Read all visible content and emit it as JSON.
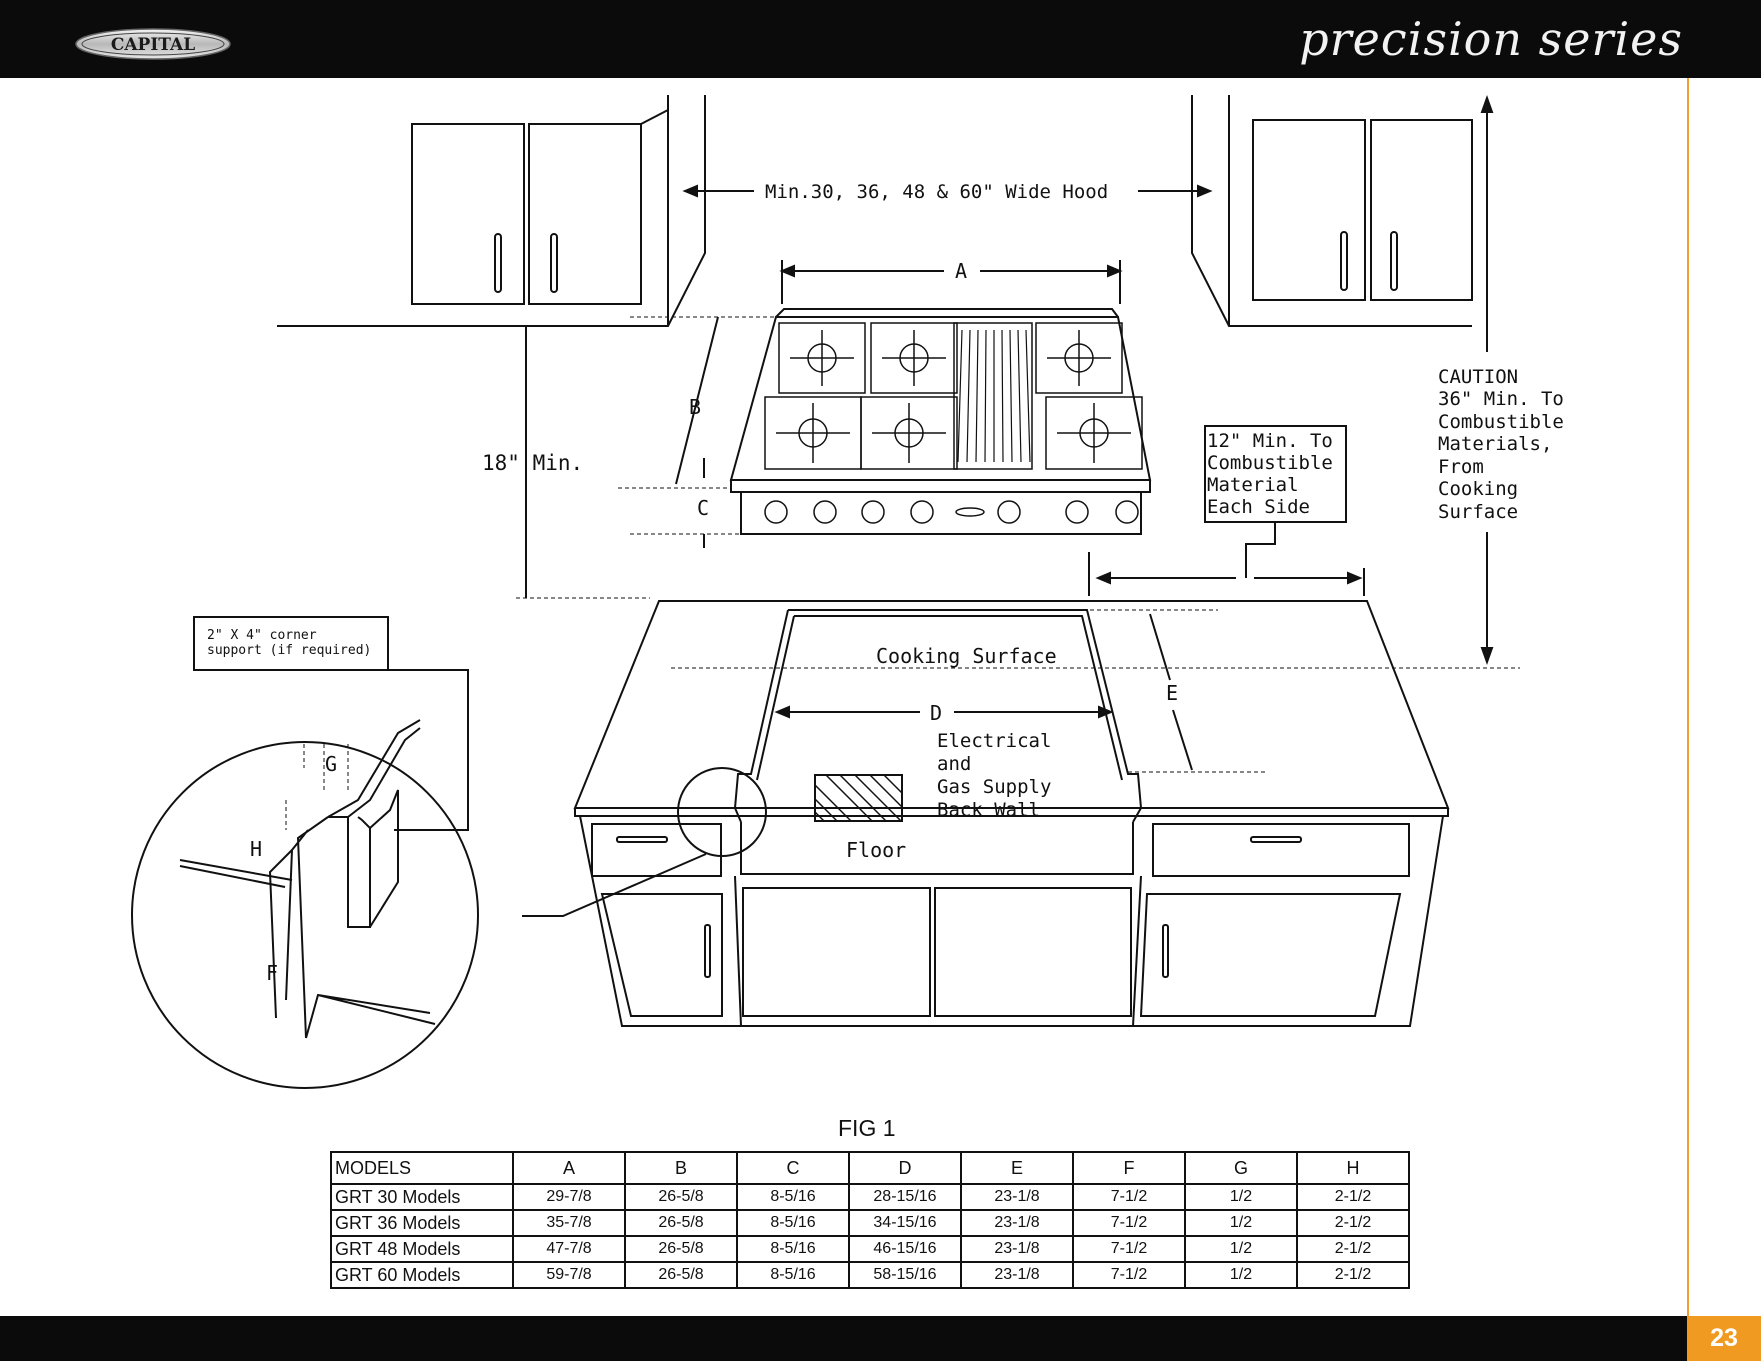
{
  "header": {
    "brand_logo": "CAPITAL",
    "series": "precision series"
  },
  "diagram": {
    "hood_label": "Min.30, 36, 48 & 60\" Wide Hood",
    "dim_a": "A",
    "dim_b": "B",
    "dim_c": "C",
    "dim_d": "D",
    "dim_e": "E",
    "dim_f": "F",
    "dim_g": "G",
    "dim_h": "H",
    "clearance_18": "18\" Min.",
    "side_clearance": [
      "12\" Min. To",
      "Combustible",
      "Material",
      "Each Side"
    ],
    "caution": [
      "CAUTION",
      "36\" Min. To",
      "Combustible",
      "Materials,",
      "From",
      "Cooking",
      "Surface"
    ],
    "corner_support": [
      "2\" X 4\" corner",
      "support (if required)"
    ],
    "cooking_surface": "Cooking Surface",
    "supply": [
      "Electrical",
      "and",
      "Gas Supply",
      "Back Wall"
    ],
    "floor": "Floor"
  },
  "figure_caption": "FIG 1",
  "table": {
    "headers": [
      "MODELS",
      "A",
      "B",
      "C",
      "D",
      "E",
      "F",
      "G",
      "H"
    ],
    "rows": [
      [
        "GRT 30 Models",
        "29-7/8",
        "26-5/8",
        "8-5/16",
        "28-15/16",
        "23-1/8",
        "7-1/2",
        "1/2",
        "2-1/2"
      ],
      [
        "GRT 36 Models",
        "35-7/8",
        "26-5/8",
        "8-5/16",
        "34-15/16",
        "23-1/8",
        "7-1/2",
        "1/2",
        "2-1/2"
      ],
      [
        "GRT 48 Models",
        "47-7/8",
        "26-5/8",
        "8-5/16",
        "46-15/16",
        "23-1/8",
        "7-1/2",
        "1/2",
        "2-1/2"
      ],
      [
        "GRT 60 Models",
        "59-7/8",
        "26-5/8",
        "8-5/16",
        "58-15/16",
        "23-1/8",
        "7-1/2",
        "1/2",
        "2-1/2"
      ]
    ]
  },
  "footer": {
    "page_number": "23"
  },
  "colors": {
    "accent": "#f09a22",
    "bar": "#0b0b0b"
  }
}
